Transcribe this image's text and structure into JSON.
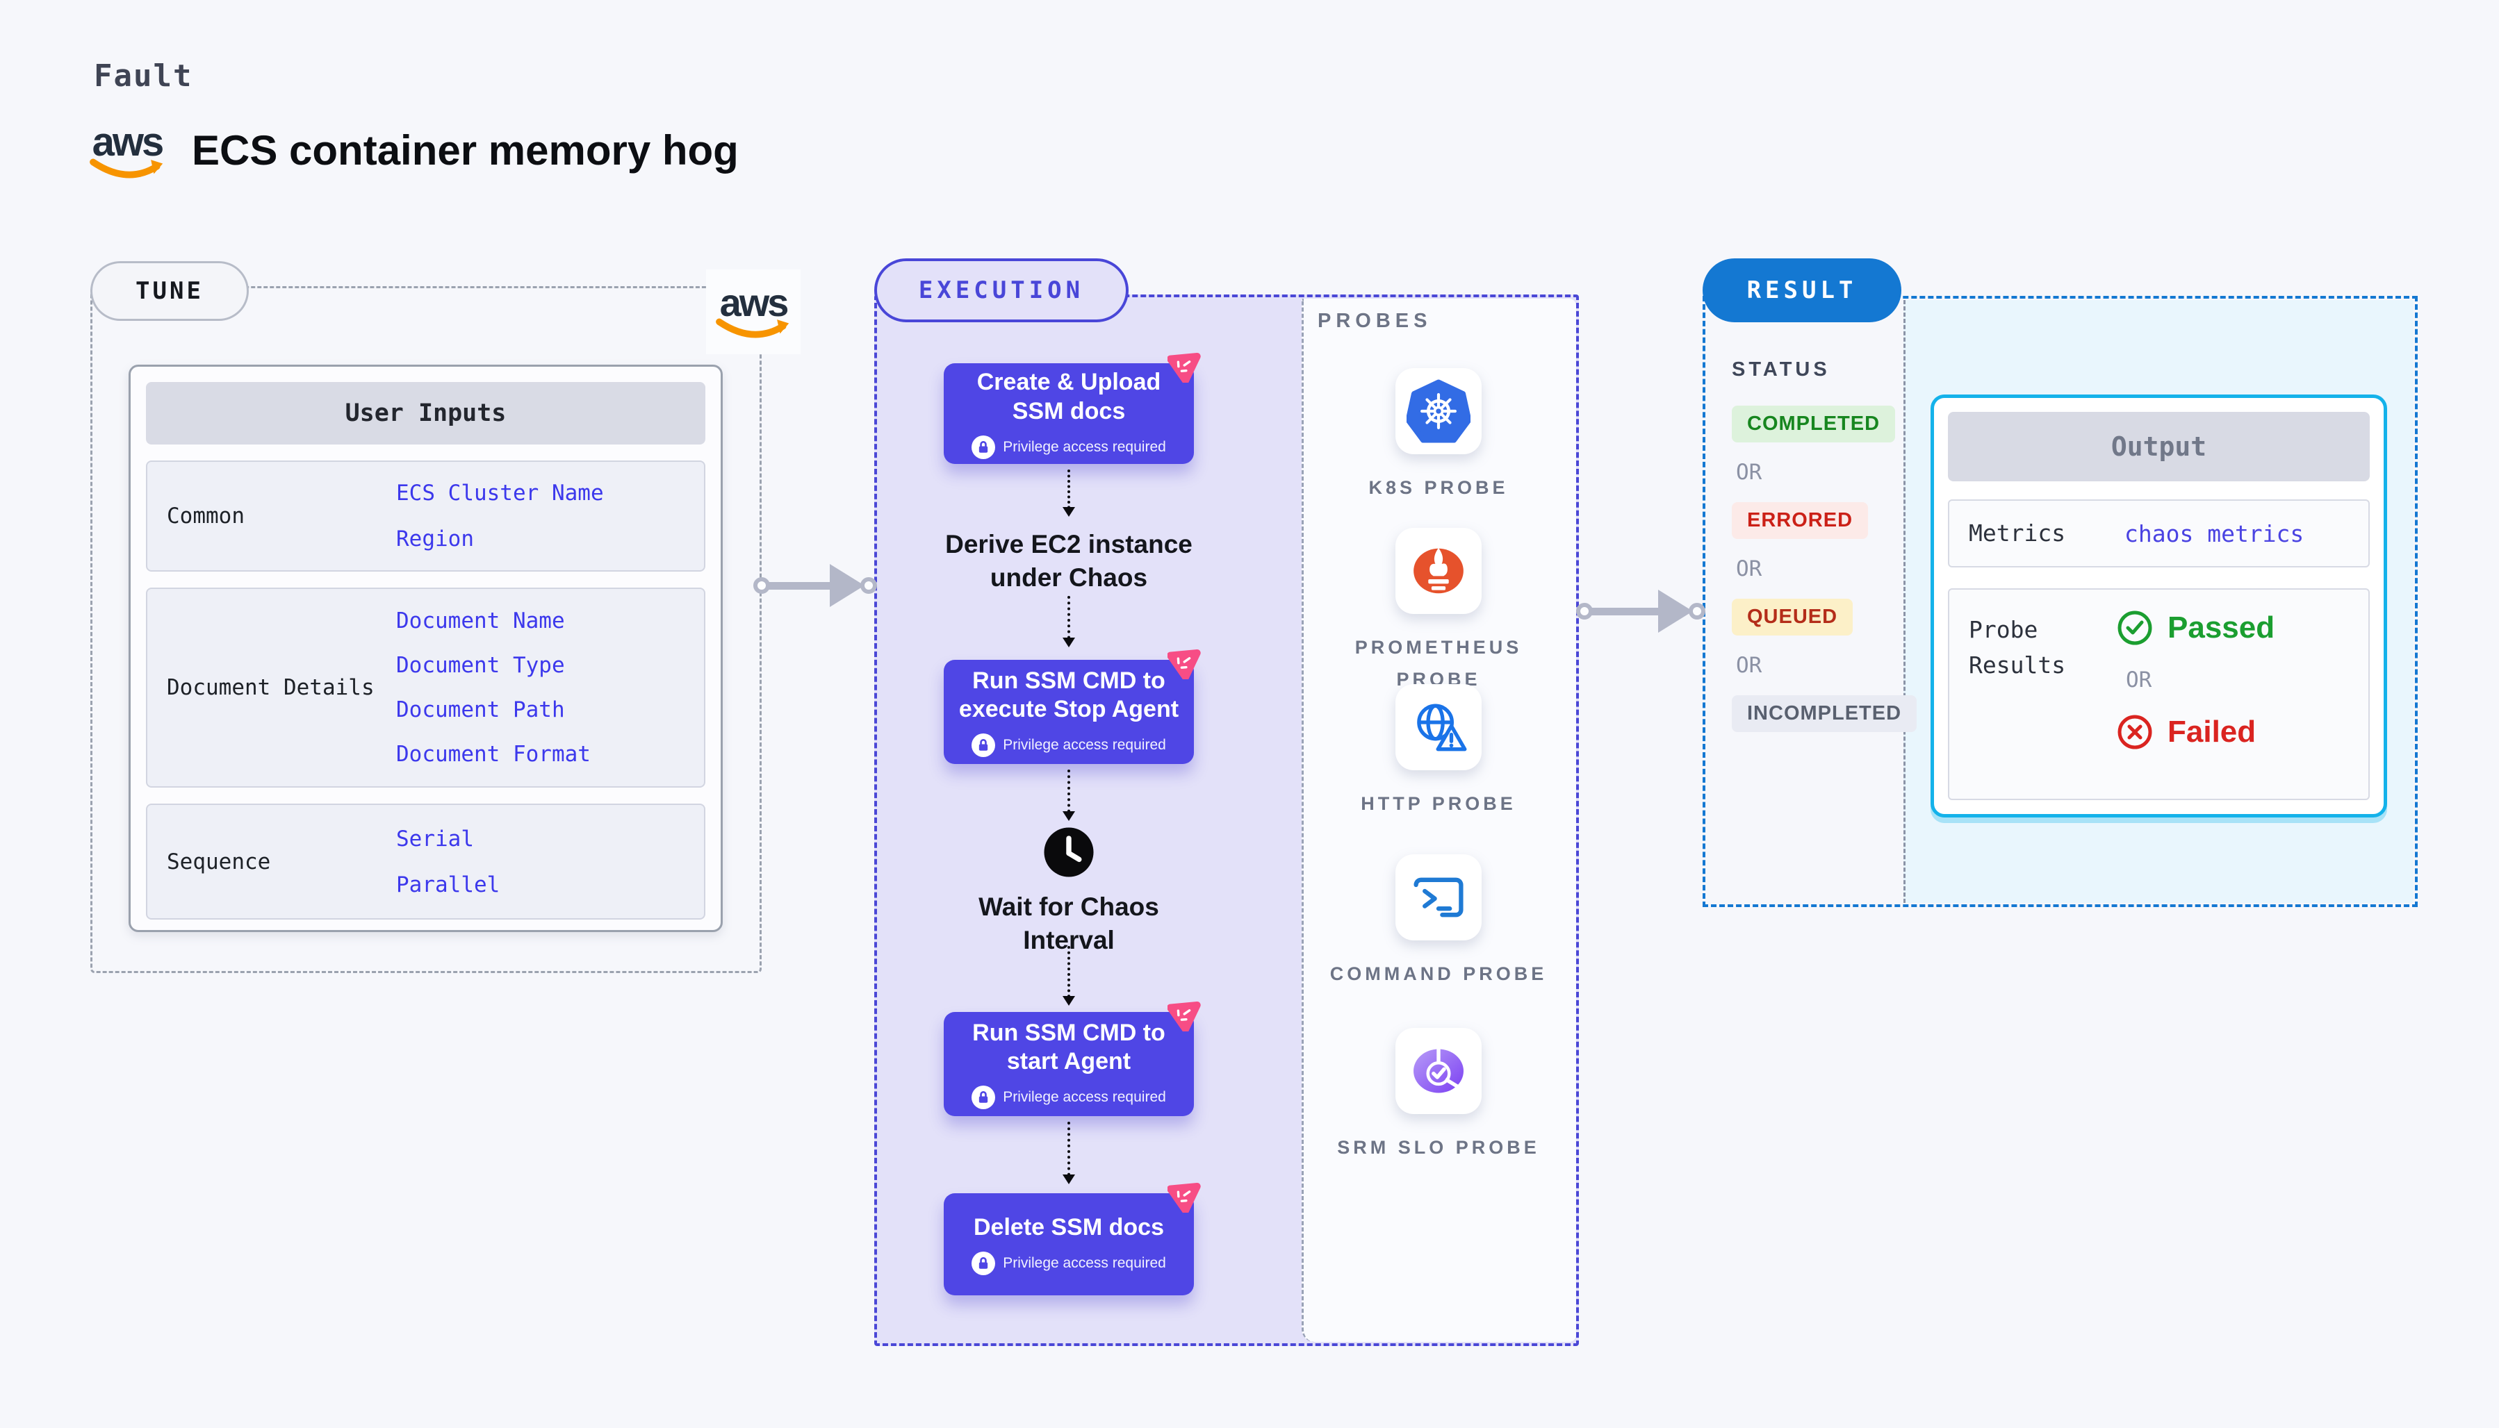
{
  "page": {
    "fault_label": "Fault",
    "title": "ECS container memory hog",
    "aws_logo_text": "aws"
  },
  "tune": {
    "badge": "TUNE",
    "table_title": "User Inputs",
    "rows": [
      {
        "label": "Common",
        "values": [
          "ECS Cluster Name",
          "Region"
        ]
      },
      {
        "label": "Document Details",
        "values": [
          "Document Name",
          "Document Type",
          "Document Path",
          "Document Format"
        ]
      },
      {
        "label": "Sequence",
        "values": [
          "Serial",
          "Parallel"
        ]
      }
    ]
  },
  "execution": {
    "badge": "EXECUTION",
    "derive_label": "Derive EC2 instance under Chaos",
    "wait_label": "Wait for Chaos Interval",
    "steps": [
      {
        "title": "Create & Upload SSM docs",
        "privilege": "Privilege access required"
      },
      {
        "title": "Run SSM CMD to execute Stop Agent",
        "privilege": "Privilege access required"
      },
      {
        "title": "Run SSM CMD to start Agent",
        "privilege": "Privilege access required"
      },
      {
        "title": "Delete SSM docs",
        "privilege": "Privilege access required"
      }
    ]
  },
  "probes": {
    "title": "PROBES",
    "items": [
      {
        "label": "K8S PROBE",
        "icon": "kubernetes-icon"
      },
      {
        "label": "PROMETHEUS PROBE",
        "icon": "prometheus-icon"
      },
      {
        "label": "HTTP PROBE",
        "icon": "globe-warning-icon"
      },
      {
        "label": "COMMAND PROBE",
        "icon": "terminal-icon"
      },
      {
        "label": "SRM SLO PROBE",
        "icon": "slo-gauge-icon"
      }
    ]
  },
  "result": {
    "badge": "RESULT",
    "status_title": "STATUS",
    "or_label": "OR",
    "statuses": [
      {
        "label": "COMPLETED",
        "state": "completed"
      },
      {
        "label": "ERRORED",
        "state": "errored"
      },
      {
        "label": "QUEUED",
        "state": "queued"
      },
      {
        "label": "INCOMPLETED",
        "state": "incompleted"
      }
    ],
    "output": {
      "title": "Output",
      "metrics_label": "Metrics",
      "metrics_value": "chaos metrics",
      "probe_results_label": "Probe Results",
      "passed_label": "Passed",
      "failed_label": "Failed"
    }
  },
  "colors": {
    "indigo": "#4f46e5",
    "indigo_border": "#4a47d6",
    "purple_bg": "#e3e1f9",
    "result_blue": "#1478d2",
    "output_border": "#14b2ea",
    "cyan_bg": "#e9f6fd",
    "pink": "#f74d85",
    "green": "#1b9e30",
    "red": "#da2420",
    "aws_orange": "#f79400",
    "kubernetes_blue": "#326ce5",
    "prometheus_orange": "#e6522c",
    "http_blue": "#1a73e8",
    "srm_purple": "#7b3ff2",
    "value_blue": "#3c38ec"
  }
}
